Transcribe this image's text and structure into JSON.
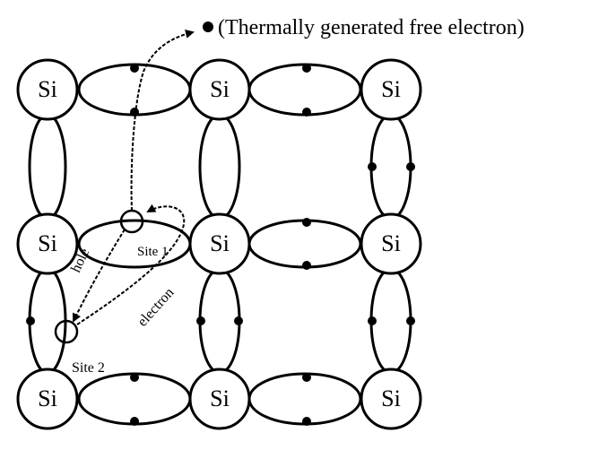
{
  "atom_symbol": "Si",
  "labels": {
    "free_electron": "(Thermally generated free electron)",
    "site1": "Site 1",
    "site2": "Site 2",
    "hole": "hole",
    "electron": "electron"
  }
}
